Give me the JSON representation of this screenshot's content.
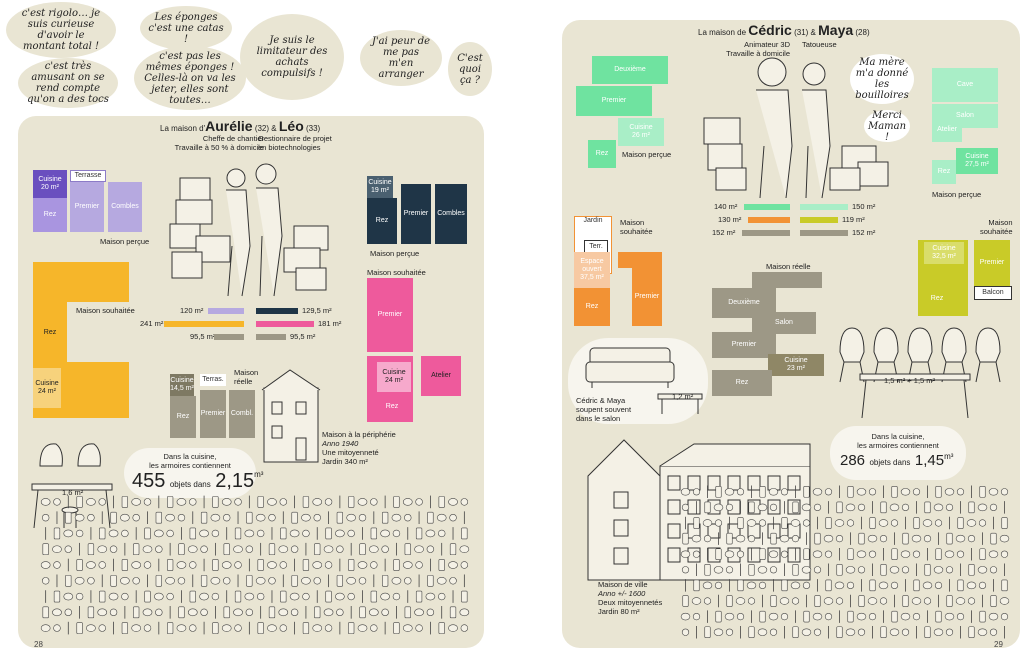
{
  "left": {
    "page_number": "28",
    "bubbles": [
      "c'est rigolo… je suis curieuse d'avoir le montant total !",
      "c'est très amusant on se rend compte qu'on a des tocs",
      "Les éponges c'est une catas !",
      "c'est pas les mêmes éponges ! Celles-là on va les jeter, elles sont toutes…",
      "Je suis le limitateur des achats compulsifs !",
      "J'ai peur de me pas m'en arranger",
      "C'est quoi ça ?"
    ],
    "header": {
      "prefix": "La maison d'",
      "name1": "Aurélie",
      "age1": "(32)",
      "amp": "&",
      "name2": "Léo",
      "age2": "(33)",
      "job1": "Cheffe de chantier\nTravaille à 50 % à domicile",
      "job2": "Gestionnaire de projet\nen biotechnologies"
    },
    "per_aurelie": {
      "title": "Maison perçue",
      "cuisine": "Cuisine\n20 m²",
      "terrasse": "Terrasse",
      "premier": "Premier",
      "combles": "Combles",
      "rez": "Rez"
    },
    "per_leo": {
      "title": "Maison perçue",
      "cuisine": "Cuisine\n19 m²",
      "rez": "Rez",
      "premier": "Premier",
      "combles": "Combles"
    },
    "souhaitee_aurelie": {
      "title": "Maison souhaitée",
      "rez": "Rez",
      "cuisine": "Cuisine\n24 m²"
    },
    "souhaitee_leo": {
      "title": "Maison souhaitée",
      "premier": "Premier",
      "cuisine": "Cuisine\n24 m²",
      "atelier": "Atelier",
      "rez": "Rez"
    },
    "areas": [
      {
        "left": "120 m²",
        "right": "129,5 m²"
      },
      {
        "left": "241 m²",
        "right": "181 m²"
      },
      {
        "left": "95,5 m²",
        "right": "95,5 m²"
      }
    ],
    "reelle": {
      "title": "Maison\nréelle",
      "cuisine": "Cuisine\n14,5 m²",
      "terras": "Terras.",
      "rez": "Rez",
      "premier": "Premier",
      "combl": "Combl."
    },
    "house_info": [
      "Maison à la périphérie",
      "Anno 1940",
      "Une mitoyenneté",
      "Jardin 340 m²"
    ],
    "kitchen": {
      "intro": "Dans la cuisine,\nles armoires contiennent",
      "count": "455",
      "mid": "objets dans",
      "volume": "2,15",
      "unit": "m³"
    },
    "table_label": "1,6 m²"
  },
  "right": {
    "page_number": "29",
    "header": {
      "prefix": "La maison de",
      "name1": "Cédric",
      "age1": "(31)",
      "amp": "&",
      "name2": "Maya",
      "age2": "(28)",
      "job1": "Animateur 3D\nTravaille à domicile",
      "job2": "Tatoueuse"
    },
    "bubbles": [
      "Ma mère m'a donné les bouilloires",
      "Merci Maman !"
    ],
    "per_cedric": {
      "title": "Maison perçue",
      "deuxieme": "Deuxième",
      "premier": "Premier",
      "cuisine": "Cuisine\n26 m²",
      "rez": "Rez"
    },
    "per_maya": {
      "title": "Maison perçue",
      "cave": "Cave",
      "salon": "Salon",
      "atelier": "Atelier",
      "cuisine": "Cuisine\n27,5 m²",
      "rez": "Rez"
    },
    "areas": [
      {
        "left": "140 m²",
        "right": "150 m²"
      },
      {
        "left": "130 m²",
        "right": "119 m²"
      },
      {
        "left": "152 m²",
        "right": "152 m²"
      }
    ],
    "souhaitee_cedric": {
      "title": "Maison\nsouhaitée",
      "jardin": "Jardin",
      "terr": "Terr.",
      "espace": "Espace\nouvert\n37,5 m²",
      "rez": "Rez",
      "premier": "Premier"
    },
    "souhaitee_maya": {
      "title": "Maison\nsouhaitée",
      "cuisine": "Cuisine\n32,5 m²",
      "premier": "Premier",
      "balcon": "Balcon",
      "rez": "Rez"
    },
    "reelle": {
      "title": "Maison réelle",
      "deuxieme": "Deuxième",
      "salon": "Salon",
      "premier": "Premier",
      "cuisine": "Cuisine\n23 m²",
      "rez": "Rez"
    },
    "sofa_note": "Cédric & Maya\nsoupent souvent\ndans le salon",
    "low_table": "1,2 m²",
    "big_table": "1,5 m² + 1,5 m²",
    "kitchen": {
      "intro": "Dans la cuisine,\nles armoires contiennent",
      "count": "286",
      "mid": "objets dans",
      "volume": "1,45",
      "unit": "m³"
    },
    "house_info": [
      "Maison de ville",
      "Anno +/- 1600",
      "Deux mitoyennetés",
      "Jardin 80 m²"
    ]
  },
  "colors": {
    "panel": "#e9e5d3",
    "purple": "#8c7bc7",
    "lilac": "#b6a9e0",
    "navy": "#1f3547",
    "pink": "#ee5a9c",
    "yellow": "#f6b62a",
    "taupe": "#9d9886",
    "mint": "#6fe3a0",
    "mint_light": "#a9eec7",
    "orange": "#f29234",
    "peach": "#f7c9a2",
    "olive": "#c9cb28",
    "olive_dark": "#8f8766"
  }
}
